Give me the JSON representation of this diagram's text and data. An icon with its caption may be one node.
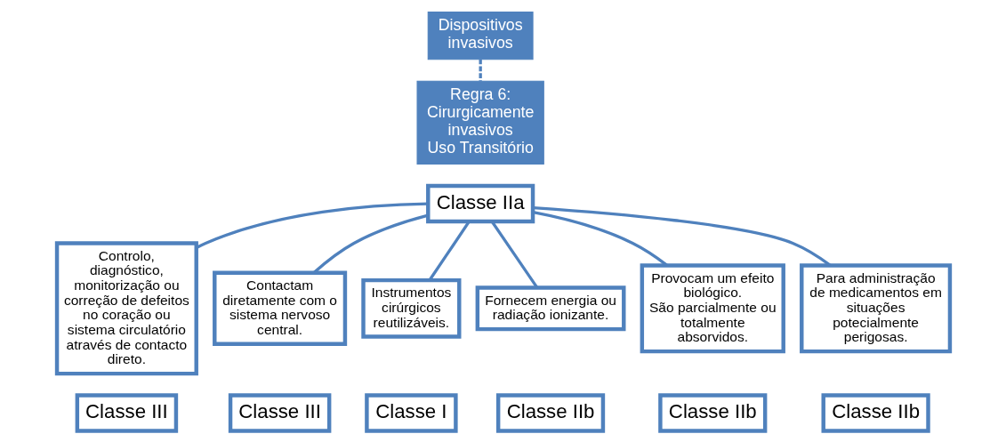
{
  "diagram": {
    "nodes": [
      {
        "text": [
          "Dispositivos invasivos"
        ]
      },
      {
        "text": [
          "Regra 6:",
          "Cirurgicamente invasivos",
          "Uso Transitório"
        ]
      },
      {
        "text": [
          "Classe IIa"
        ]
      },
      {
        "text": [
          "Controlo, diagnóstico, monitorização ou correção de defeitos no coração ou sistema circulatório através de contacto direto."
        ]
      },
      {
        "text": [
          "Classe III"
        ]
      },
      {
        "text": [
          "Contactam diretamente com o sistema nervoso central."
        ]
      },
      {
        "text": [
          "Classe III"
        ]
      },
      {
        "text": [
          "Instrumentos cirúrgicos reutilizáveis."
        ]
      },
      {
        "text": [
          "Classe I"
        ]
      },
      {
        "text": [
          "Fornecem energia ou radiação ionizante."
        ]
      },
      {
        "text": [
          "Classe IIb"
        ]
      },
      {
        "text": [
          "Provocam um efeito biológico.",
          "São parcialmente ou totalmente absorvidos."
        ]
      },
      {
        "text": [
          "Classe IIb"
        ]
      },
      {
        "text": [
          "Para administração de medicamentos em situações potecialmente perigosas."
        ]
      },
      {
        "text": [
          "Classe IIb"
        ]
      }
    ],
    "edges": [
      {
        "from": 0,
        "to": 1,
        "arrow": "none",
        "style": "dashed"
      },
      {
        "from": 2,
        "to": 3,
        "arrow": "none"
      },
      {
        "from": 2,
        "to": 5,
        "arrow": "none"
      },
      {
        "from": 2,
        "to": 7,
        "arrow": "none"
      },
      {
        "from": 2,
        "to": 9,
        "arrow": "none"
      },
      {
        "from": 2,
        "to": 11,
        "arrow": "none"
      },
      {
        "from": 2,
        "to": 13,
        "arrow": "none"
      }
    ]
  }
}
